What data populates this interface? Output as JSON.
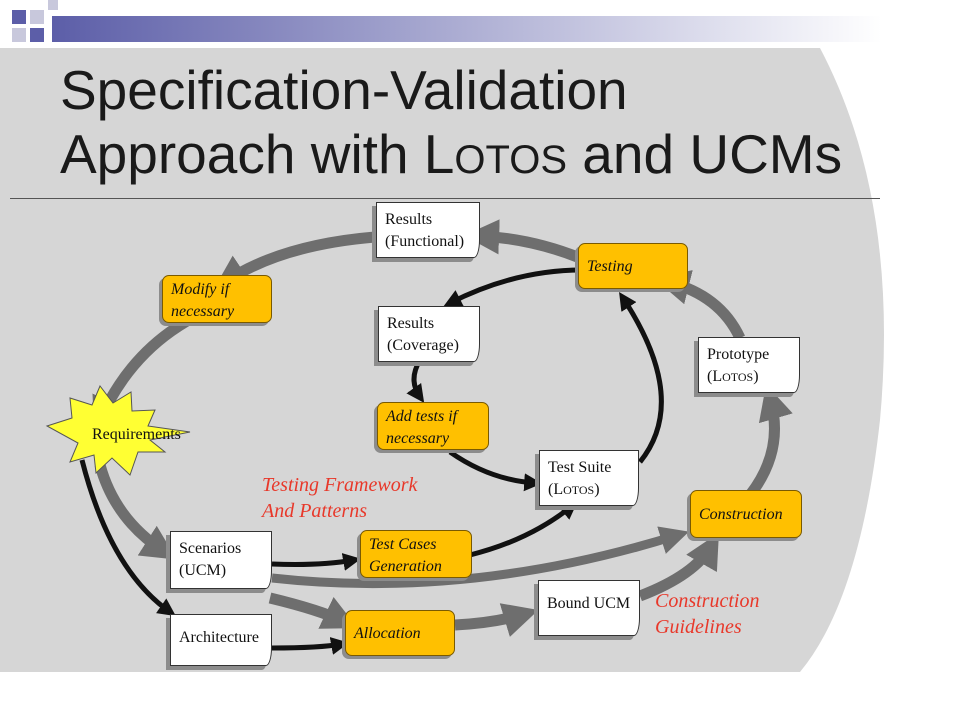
{
  "title": {
    "line1": "Specification-Validation",
    "line2_pre": "Approach with L",
    "line2_sc": "OTOS",
    "line2_post": " and UCMs"
  },
  "nodes": {
    "results_functional": {
      "line1": "Results",
      "line2": "(Functional)"
    },
    "testing": "Testing",
    "modify": {
      "line1": "Modify if",
      "line2": "necessary"
    },
    "results_coverage": {
      "line1": "Results",
      "line2": "(Coverage)"
    },
    "prototype": {
      "line1": "Prototype",
      "line2_pre": "(L",
      "line2_sc": "OTOS",
      "line2_post": ")"
    },
    "add_tests": {
      "line1": "Add tests if",
      "line2": "necessary"
    },
    "requirements": "Requirements",
    "test_suite": {
      "line1": "Test Suite",
      "line2_pre": "(L",
      "line2_sc": "OTOS",
      "line2_post": ")"
    },
    "construction": "Construction",
    "scenarios": {
      "line1": "Scenarios",
      "line2": "(UCM)"
    },
    "test_cases": {
      "line1": "Test Cases",
      "line2": "Generation"
    },
    "bound_ucm": "Bound UCM",
    "architecture": "Architecture",
    "allocation": "Allocation"
  },
  "annotations": {
    "testing_framework": {
      "line1": "Testing Framework",
      "line2": "And Patterns"
    },
    "construction_guidelines": {
      "line1": "Construction",
      "line2": "Guidelines"
    }
  },
  "colors": {
    "accent_blue": "#5c5ea8",
    "node_fill": "#ffc000",
    "background_gray": "#d6d6d6",
    "annotation_red": "#e8382a",
    "star_yellow": "#ffff33"
  },
  "icons": [
    "slide-corner-squares",
    "starburst-shape"
  ]
}
